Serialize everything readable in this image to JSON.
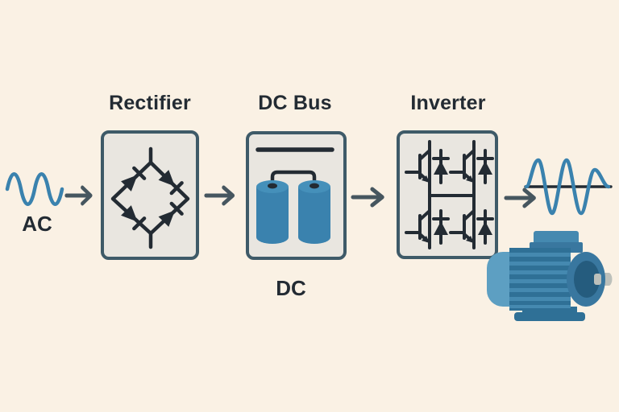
{
  "diagram": {
    "input_label": "AC",
    "stages": [
      {
        "label": "Rectifier",
        "icon": "diode-bridge-icon"
      },
      {
        "label": "DC Bus",
        "sublabel": "DC",
        "icon": "capacitor-bank-icon"
      },
      {
        "label": "Inverter",
        "icon": "igbt-bridge-icon"
      }
    ],
    "input_icon": "ac-sine-wave-icon",
    "output_icon": "output-sine-wave-icon",
    "load_icon": "motor-icon",
    "flow_arrow_count": 4
  },
  "colors": {
    "bg": "#faf1e4",
    "box_fill": "#e9e6e0",
    "box_border": "#3e5a68",
    "ink": "#232b33",
    "blue": "#3a82ae",
    "blue_light": "#4590ba",
    "arrow": "#46565f",
    "motor_light": "#5d9fc2",
    "motor_mid": "#4589b0",
    "motor_body": "#2f7096",
    "motor_collar": "#39779f",
    "motor_dark": "#255c7e",
    "shaft": "#bcc0bb"
  }
}
